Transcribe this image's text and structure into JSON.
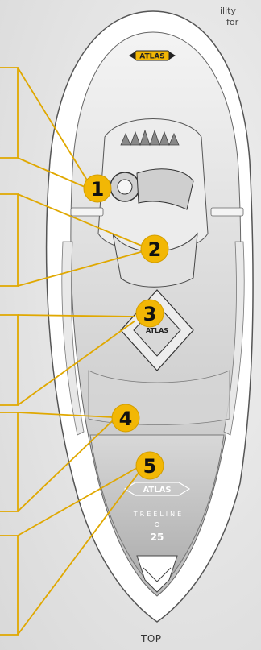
{
  "intro_text": {
    "line1": "ility",
    "line2": "for"
  },
  "markers": [
    {
      "number": "1"
    },
    {
      "number": "2"
    },
    {
      "number": "3"
    },
    {
      "number": "4"
    },
    {
      "number": "5"
    }
  ],
  "logo": {
    "brand_top": "ATLAS",
    "brand_mid": "ATLAS",
    "brand_tail": "ATLAS"
  },
  "tail": {
    "model": "TREELINE",
    "size": "25"
  },
  "bottom_label": "TOP",
  "colors": {
    "accent": "#f2b705",
    "accent_stroke": "#e0a800",
    "frame": "#ffffff"
  }
}
